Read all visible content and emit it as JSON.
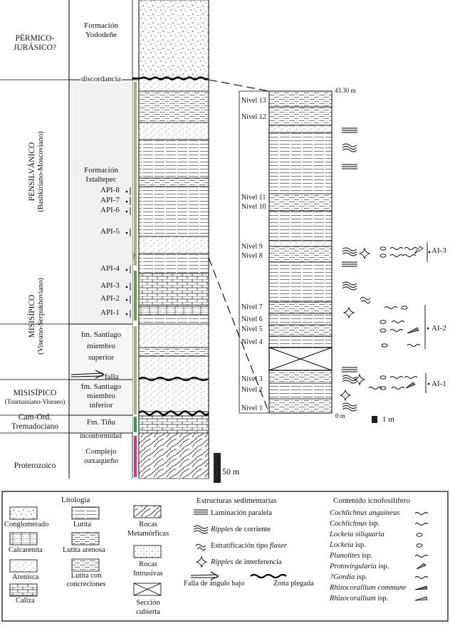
{
  "column": {
    "periods": [
      {
        "id": "permico",
        "lines": [
          "PÉRMICO-",
          "JURÁSICO?"
        ]
      },
      {
        "id": "pensilvanico",
        "lines": [
          "PENSILVÁNICO",
          "(Bashkiriano-Moscoviano)"
        ]
      },
      {
        "id": "misisipico1",
        "lines": [
          "MISISÍPICO",
          "(Viseano-Serpukhoviano)"
        ]
      },
      {
        "id": "misisipico2",
        "lines": [
          "MISISÍPICO",
          "(Tournaisiano-Viseano)"
        ]
      },
      {
        "id": "camord",
        "lines": [
          "Cam-Ord.",
          "Tremadociano"
        ]
      },
      {
        "id": "proterozoico",
        "lines": [
          "Proterozoico"
        ]
      }
    ],
    "formations": [
      {
        "id": "yododene",
        "lines": [
          "Formación",
          "Yododeñe"
        ]
      },
      {
        "id": "ixtaltepec",
        "lines": [
          "Formación",
          "Ixtaltepec"
        ]
      },
      {
        "id": "santiago_sup",
        "lines": [
          "fm. Santiago",
          "miembro",
          "superior"
        ]
      },
      {
        "id": "santiago_inf",
        "lines": [
          "fm. Santiago",
          "miembro",
          "inferior"
        ]
      },
      {
        "id": "tinu",
        "lines": [
          "Fm. Tiñu"
        ]
      },
      {
        "id": "oaxaqueno",
        "lines": [
          "Complejo",
          "oaxaqueño"
        ]
      }
    ],
    "contacts": {
      "discordancia": "discordancia",
      "falla": "falla",
      "inconformidad": "inconformidad"
    },
    "samples": [
      "API-8",
      "API-7",
      "API-6",
      "API-5",
      "API-4",
      "API-3",
      "API-2",
      "API-1"
    ],
    "question_mark": "?",
    "scale": "50 m"
  },
  "detail": {
    "top_label": "43.30 m",
    "zero_label": "0 m",
    "scale": "1 m",
    "levels": [
      "Nivel 13",
      "Nivel 12",
      "Nivel 11",
      "Nivel 10",
      "Nivel 9",
      "Nivel 8",
      "Nivel 7",
      "Nivel 6",
      "Nivel 5",
      "Nivel 4",
      "Nivel 3",
      "Nivel 2",
      "Nivel 1"
    ],
    "ichno_groups": [
      "AI-3",
      "AI-2",
      "AI-1"
    ]
  },
  "legend": {
    "litologia": {
      "title": "Litología",
      "items": [
        "Conglomerado",
        "Calcarenita",
        "Arenisca",
        "Caliza",
        "Lutita",
        "Lutita arenosa",
        "Lutita con",
        "concreciones",
        "Rocas",
        "Metamórficas",
        "Rocas",
        "Intrusivas",
        "Sección",
        "cubierta"
      ]
    },
    "estructuras": {
      "title": "Estructuras sedimentarias",
      "laminacion": "Laminación paralela",
      "ripples_cor_it": "Ripples",
      "ripples_cor": " de corriente",
      "flaser": "Estratificación tipo ",
      "flaser_it": "flaser",
      "ripples_int_it": "Ripples",
      "ripples_int": " de interferencia",
      "falla": "Falla de ángulo bajo",
      "zona": "Zona plegada"
    },
    "contenido": {
      "title": "Contenido icnofosilífero",
      "items": [
        {
          "it": "Cochlichnus anguineus",
          "rm": ""
        },
        {
          "it": "Cochlichnus",
          "rm": " isp."
        },
        {
          "it": "Lockeia siliquaria",
          "rm": ""
        },
        {
          "it": "Lockeia",
          "rm": " isp."
        },
        {
          "it": "Planolites",
          "rm": " isp."
        },
        {
          "it": "Protovirgularia",
          "rm": " isp."
        },
        {
          "it": "?Gordia",
          "rm": " isp."
        },
        {
          "it": "Rhizocorallium commune",
          "rm": ""
        },
        {
          "it": "Rhizocorallium",
          "rm": " isp."
        }
      ]
    }
  }
}
